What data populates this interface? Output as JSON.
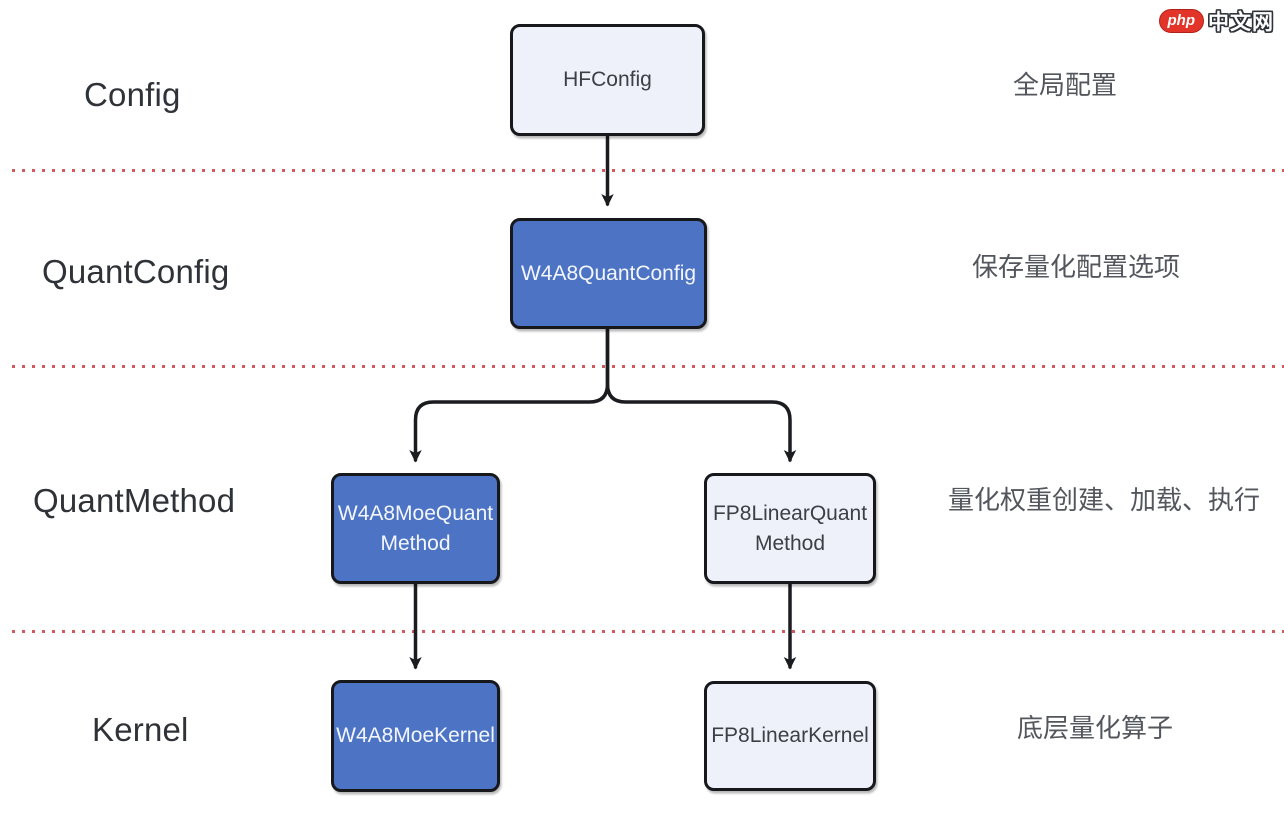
{
  "logo": {
    "badge": "php",
    "text": "中文网"
  },
  "colors": {
    "node_blue": "#4d73c4",
    "node_light": "#eef1f9",
    "node_border": "#17181c",
    "separator_red": "#d15a5e",
    "arrow": "#1b1c20",
    "logo_red": "#e23429"
  },
  "rows": [
    {
      "label": "Config",
      "desc": "全局配置",
      "boxes": [
        {
          "label": "HFConfig",
          "variant": "light"
        }
      ]
    },
    {
      "label": "QuantConfig",
      "desc": "保存量化配置选项",
      "boxes": [
        {
          "label": "W4A8QuantConfig",
          "variant": "blue"
        }
      ]
    },
    {
      "label": "QuantMethod",
      "desc": "量化权重创建、加载、执行",
      "boxes": [
        {
          "label": "W4A8MoeQuant\nMethod",
          "variant": "blue"
        },
        {
          "label": "FP8LinearQuant\nMethod",
          "variant": "light"
        }
      ]
    },
    {
      "label": "Kernel",
      "desc": "底层量化算子",
      "boxes": [
        {
          "label": "W4A8MoeKernel",
          "variant": "blue"
        },
        {
          "label": "FP8LinearKernel",
          "variant": "light"
        }
      ]
    }
  ]
}
